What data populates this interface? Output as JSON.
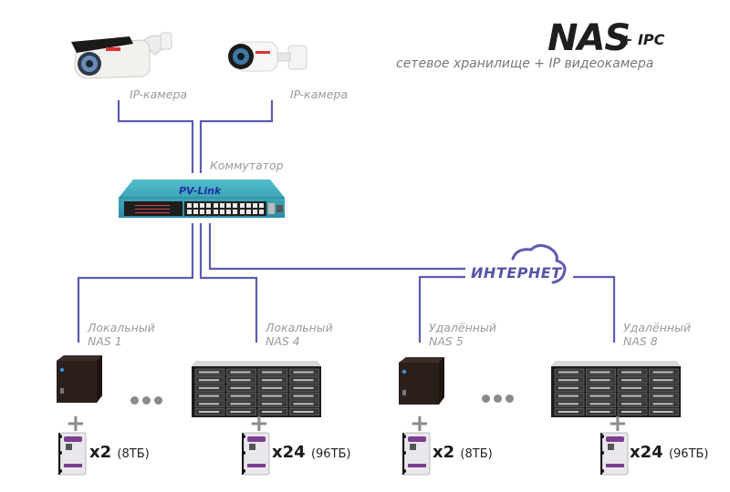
{
  "header": {
    "title": "NAS",
    "title_suffix": "+ IPC",
    "subtitle": "сетевое хранилище + IP видеокамера"
  },
  "cameras": [
    {
      "label": "IP-камера",
      "icon": "bullet-camera-large"
    },
    {
      "label": "IP-камера",
      "icon": "bullet-camera-small"
    }
  ],
  "switch": {
    "label": "Коммутатор",
    "brand": "PV-Link"
  },
  "internet": {
    "label": "ИНТЕРНЕТ",
    "icon": "cloud-icon"
  },
  "nas_units": [
    {
      "label_line1": "Локальный",
      "label_line2": "NAS 1",
      "type": "desktop-2bay",
      "plus": "+",
      "qty": "x2",
      "capacity": "(8ТБ)"
    },
    {
      "label_line1": "Локальный",
      "label_line2": "NAS 4",
      "type": "rack-24bay",
      "plus": "+",
      "qty": "x24",
      "capacity": "(96ТБ)"
    },
    {
      "label_line1": "Удалённый",
      "label_line2": "NAS 5",
      "type": "desktop-2bay",
      "plus": "+",
      "qty": "x2",
      "capacity": "(8ТБ)"
    },
    {
      "label_line1": "Удалённый",
      "label_line2": "NAS 8",
      "type": "rack-24bay",
      "plus": "+",
      "qty": "x24",
      "capacity": "(96ТБ)"
    }
  ],
  "colors": {
    "line": "#5c5cb0",
    "switch_body": "#3aa3b8",
    "title": "#1e1e1e",
    "label_gray": "#9a9a9a",
    "hdd_accent": "#7b3f8f"
  }
}
